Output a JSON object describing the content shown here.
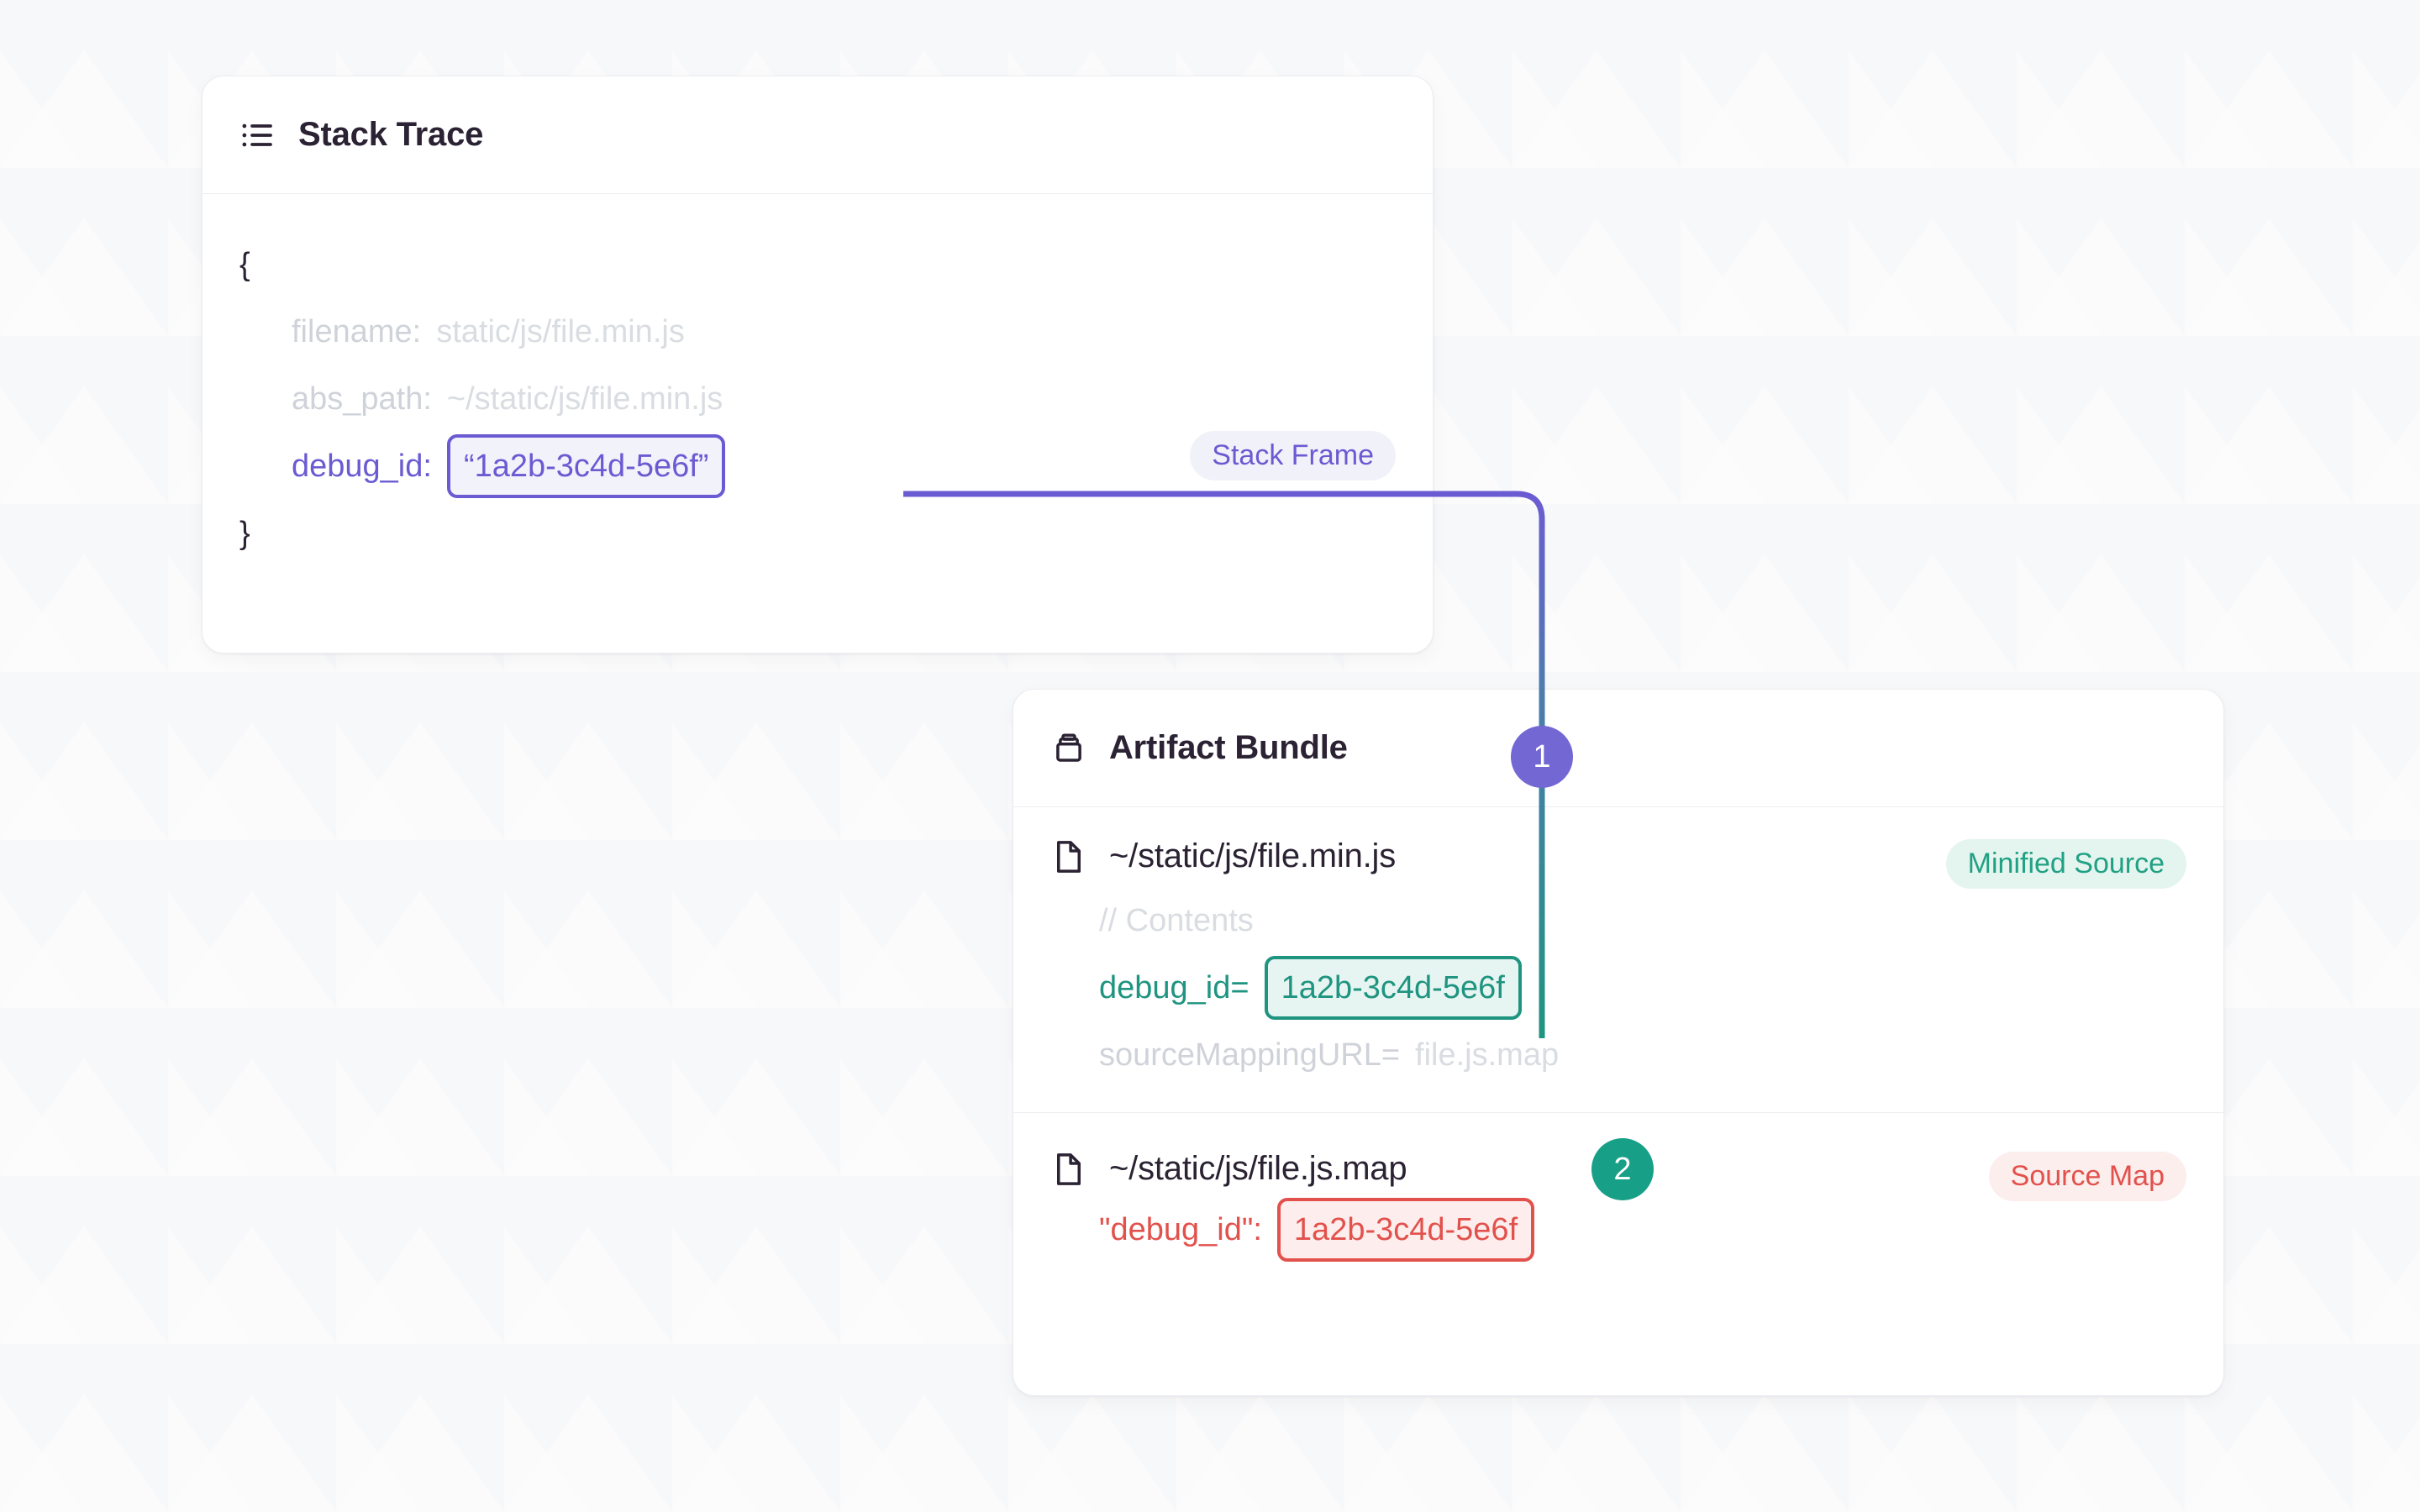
{
  "background_color": "#f7f8fa",
  "colors": {
    "purple": "#6b5bd2",
    "purple_badge_bg": "#f1f1fa",
    "teal": "#1f9480",
    "teal_badge_bg": "#e4f4ef",
    "red": "#e2514c",
    "red_badge_bg": "#fceeed",
    "dim_text": "#d9dce1",
    "title_text": "#2b2233",
    "card_border": "#eceef1"
  },
  "stack_trace_card": {
    "icon": "list-icon",
    "title": "Stack Trace",
    "badge": "Stack Frame",
    "lines": {
      "open_brace": "{",
      "filename_key": "filename:",
      "filename_value": "static/js/file.min.js",
      "abs_path_key": "abs_path:",
      "abs_path_value": "~/static/js/file.min.js",
      "debug_id_key": "debug_id:",
      "debug_id_value": "“1a2b-3c4d-5e6f”",
      "close_brace": "}"
    }
  },
  "artifact_bundle_card": {
    "icon": "box-icon",
    "title": "Artifact Bundle",
    "files": [
      {
        "icon": "file-icon",
        "name": "~/static/js/file.min.js",
        "badge": "Minified Source",
        "contents_comment": "// Contents",
        "debug_id_key": "debug_id=",
        "debug_id_value": "1a2b-3c4d-5e6f",
        "source_mapping_key": "sourceMappingURL=",
        "source_mapping_value": "file.js.map"
      },
      {
        "icon": "file-icon",
        "name": "~/static/js/file.js.map",
        "badge": "Source Map",
        "debug_id_key": "\"debug_id\":",
        "debug_id_value": "1a2b-3c4d-5e6f"
      }
    ]
  },
  "connectors": {
    "step_1_label": "1",
    "step_2_label": "2"
  }
}
